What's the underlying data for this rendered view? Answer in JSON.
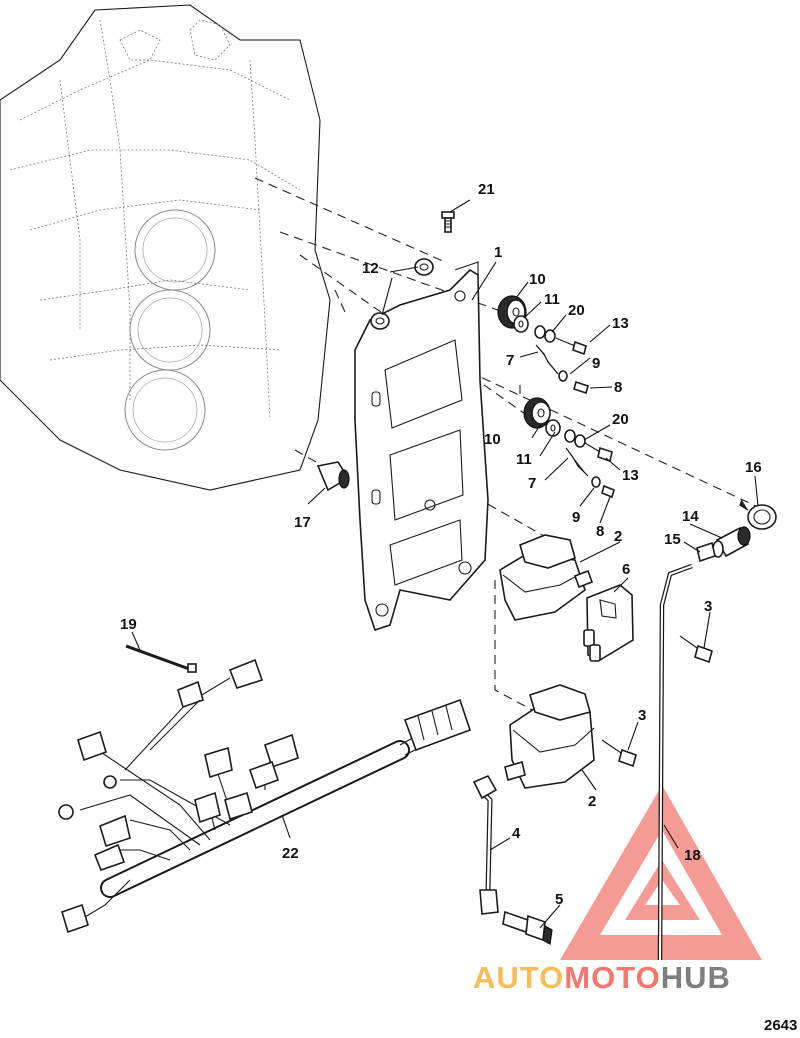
{
  "callouts": {
    "c1": "1",
    "c2a": "2",
    "c2b": "2",
    "c3a": "3",
    "c3b": "3",
    "c4": "4",
    "c5": "5",
    "c6": "6",
    "c7a": "7",
    "c7b": "7",
    "c8a": "8",
    "c8b": "8",
    "c9a": "9",
    "c9b": "9",
    "c10a": "10",
    "c10b": "10",
    "c11a": "11",
    "c11b": "11",
    "c12": "12",
    "c13a": "13",
    "c13b": "13",
    "c14": "14",
    "c15": "15",
    "c16": "16",
    "c17": "17",
    "c18": "18",
    "c19": "19",
    "c20a": "20",
    "c20b": "20",
    "c21": "21",
    "c22": "22"
  },
  "watermark": {
    "part1": "AUTO",
    "part2": "MOTO",
    "part3": "HUB"
  },
  "figure_number": "2643",
  "colors": {
    "watermark_red": "#ee4b3f",
    "watermark_orange": "#f5a623",
    "watermark_gray": "#555555",
    "line": "#1a1a1a"
  }
}
